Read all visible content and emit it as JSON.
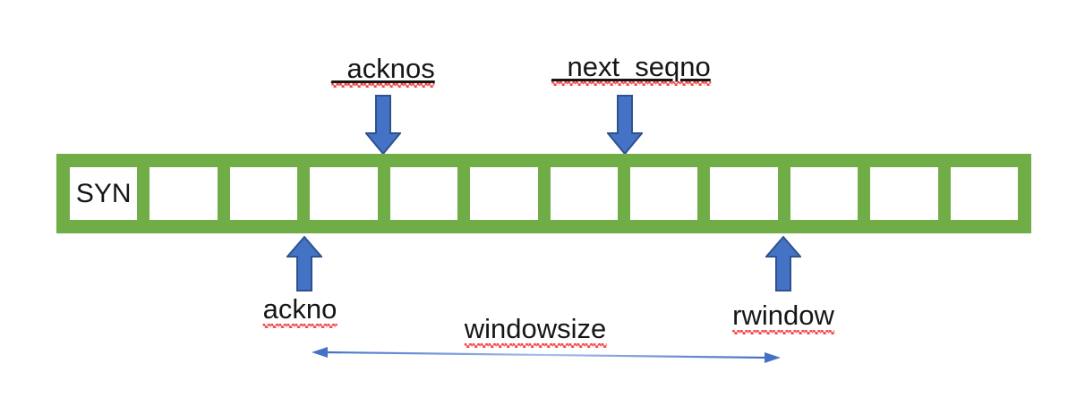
{
  "labels": {
    "acknos": "_acknos",
    "next_seqno": "_next_seqno",
    "ackno": "ackno",
    "rwindow": "rwindow",
    "windowsize": "windowsize"
  },
  "buffer": {
    "cell_count": 12,
    "cells": [
      "SYN",
      "",
      "",
      "",
      "",
      "",
      "",
      "",
      "",
      "",
      "",
      ""
    ]
  },
  "colors": {
    "green": "#70AD47",
    "arrow_fill": "#4472C4",
    "arrow_stroke": "#2F528F",
    "connector": "#4472C4",
    "connector_light": "#A6BFE9",
    "squiggle": "#EC1C1C",
    "text": "#161616",
    "background": "#FFFFFF"
  }
}
